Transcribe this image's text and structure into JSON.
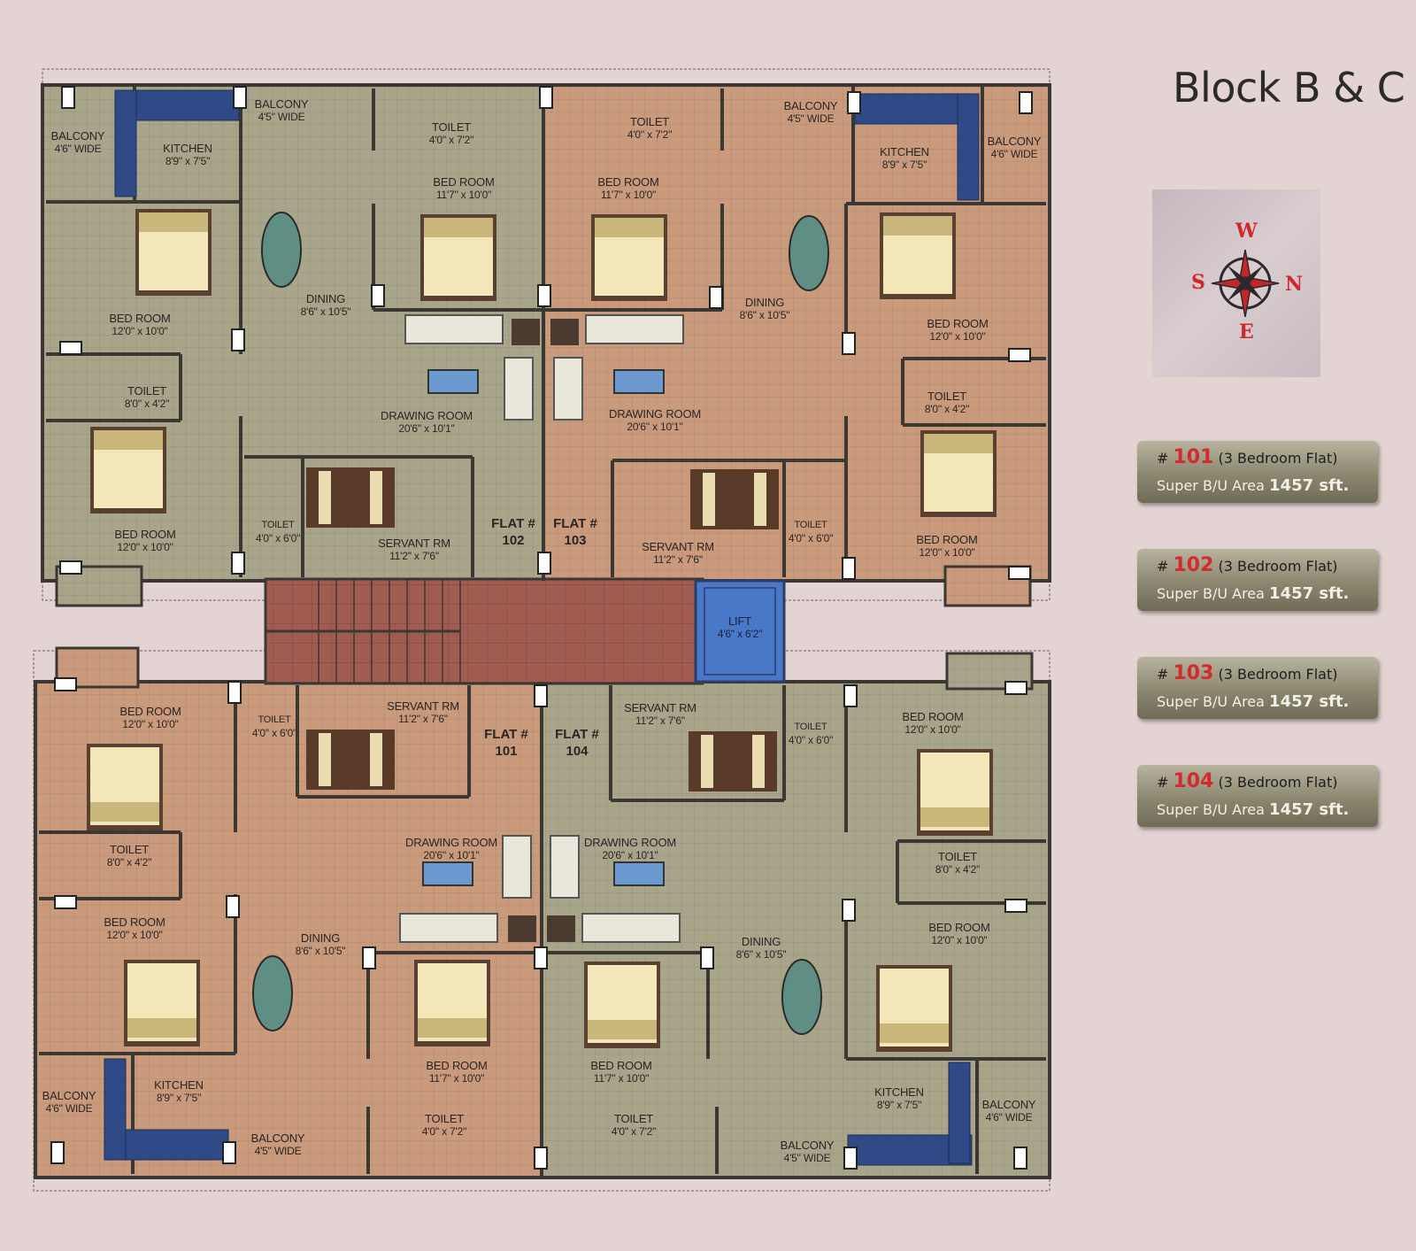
{
  "title": "Block B & C",
  "compass": {
    "w": "W",
    "s": "S",
    "n": "N",
    "e": "E"
  },
  "flats": [
    {
      "hash": "#",
      "number": "101",
      "type": "(3 Bedroom Flat)",
      "area_label": "Super B/U Area",
      "area_value": "1457 sft."
    },
    {
      "hash": "#",
      "number": "102",
      "type": "(3 Bedroom Flat)",
      "area_label": "Super B/U Area",
      "area_value": "1457 sft."
    },
    {
      "hash": "#",
      "number": "103",
      "type": "(3 Bedroom Flat)",
      "area_label": "Super B/U Area",
      "area_value": "1457 sft."
    },
    {
      "hash": "#",
      "number": "104",
      "type": "(3 Bedroom Flat)",
      "area_label": "Super B/U Area",
      "area_value": "1457 sft."
    }
  ],
  "flat_tags": [
    "FLAT #",
    "102",
    "FLAT #",
    "103",
    "FLAT #",
    "101",
    "FLAT #",
    "104"
  ],
  "lift": {
    "name": "LIFT",
    "dims": "4'6\" x 6'2\""
  },
  "rooms": [
    {
      "name": "BALCONY",
      "dims": "4'6\" WIDE"
    },
    {
      "name": "KITCHEN",
      "dims": "8'9\" x 7'5\""
    },
    {
      "name": "BALCONY",
      "dims": "4'5\" WIDE"
    },
    {
      "name": "TOILET",
      "dims": "4'0\" x 7'2\""
    },
    {
      "name": "BED ROOM",
      "dims": "11'7\" x 10'0\""
    },
    {
      "name": "BED ROOM",
      "dims": "12'0\" x 10'0\""
    },
    {
      "name": "DINING",
      "dims": "8'6\" x 10'5\""
    },
    {
      "name": "TOILET",
      "dims": "8'0\" x 4'2\""
    },
    {
      "name": "DRAWING ROOM",
      "dims": "20'6\" x 10'1\""
    },
    {
      "name": "BED ROOM",
      "dims": "12'0\" x 10'0\""
    },
    {
      "name": "TOILET",
      "dims": "4'0\" x 6'0\""
    },
    {
      "name": "SERVANT RM",
      "dims": "11'2\" x 7'6\""
    },
    {
      "name": "TOILET",
      "dims": "4'0\" x 7'2\""
    },
    {
      "name": "BALCONY",
      "dims": "4'5\" WIDE"
    },
    {
      "name": "KITCHEN",
      "dims": "8'9\" x 7'5\""
    },
    {
      "name": "BALCONY",
      "dims": "4'6\" WIDE"
    },
    {
      "name": "BED ROOM",
      "dims": "11'7\" x 10'0\""
    },
    {
      "name": "DINING",
      "dims": "8'6\" x 10'5\""
    },
    {
      "name": "BED ROOM",
      "dims": "12'0\" x 10'0\""
    },
    {
      "name": "DRAWING ROOM",
      "dims": "20'6\" x 10'1\""
    },
    {
      "name": "TOILET",
      "dims": "8'0\" x 4'2\""
    },
    {
      "name": "SERVANT RM",
      "dims": "11'2\" x 7'6\""
    },
    {
      "name": "TOILET",
      "dims": "4'0\" x 6'0\""
    },
    {
      "name": "BED ROOM",
      "dims": "12'0\" x 10'0\""
    },
    {
      "name": "BED ROOM",
      "dims": "12'0\" x 10'0\""
    },
    {
      "name": "TOILET",
      "dims": "4'0\" x 6'0\""
    },
    {
      "name": "SERVANT RM",
      "dims": "11'2\" x 7'6\""
    },
    {
      "name": "TOILET",
      "dims": "8'0\" x 4'2\""
    },
    {
      "name": "DRAWING ROOM",
      "dims": "20'6\" x 10'1\""
    },
    {
      "name": "BED ROOM",
      "dims": "12'0\" x 10'0\""
    },
    {
      "name": "DINING",
      "dims": "8'6\" x 10'5\""
    },
    {
      "name": "BED ROOM",
      "dims": "11'7\" x 10'0\""
    },
    {
      "name": "BALCONY",
      "dims": "4'6\" WIDE"
    },
    {
      "name": "KITCHEN",
      "dims": "8'9\" x 7'5\""
    },
    {
      "name": "BALCONY",
      "dims": "4'5\" WIDE"
    },
    {
      "name": "TOILET",
      "dims": "4'0\" x 7'2\""
    },
    {
      "name": "SERVANT RM",
      "dims": "11'2\" x 7'6\""
    },
    {
      "name": "TOILET",
      "dims": "4'0\" x 6'0\""
    },
    {
      "name": "BED ROOM",
      "dims": "12'0\" x 10'0\""
    },
    {
      "name": "DRAWING ROOM",
      "dims": "20'6\" x 10'1\""
    },
    {
      "name": "TOILET",
      "dims": "8'0\" x 4'2\""
    },
    {
      "name": "DINING",
      "dims": "8'6\" x 10'5\""
    },
    {
      "name": "BED ROOM",
      "dims": "12'0\" x 10'0\""
    },
    {
      "name": "BED ROOM",
      "dims": "11'7\" x 10'0\""
    },
    {
      "name": "TOILET",
      "dims": "4'0\" x 7'2\""
    },
    {
      "name": "BALCONY",
      "dims": "4'5\" WIDE"
    },
    {
      "name": "KITCHEN",
      "dims": "8'9\" x 7'5\""
    },
    {
      "name": "BALCONY",
      "dims": "4'6\" WIDE"
    }
  ]
}
